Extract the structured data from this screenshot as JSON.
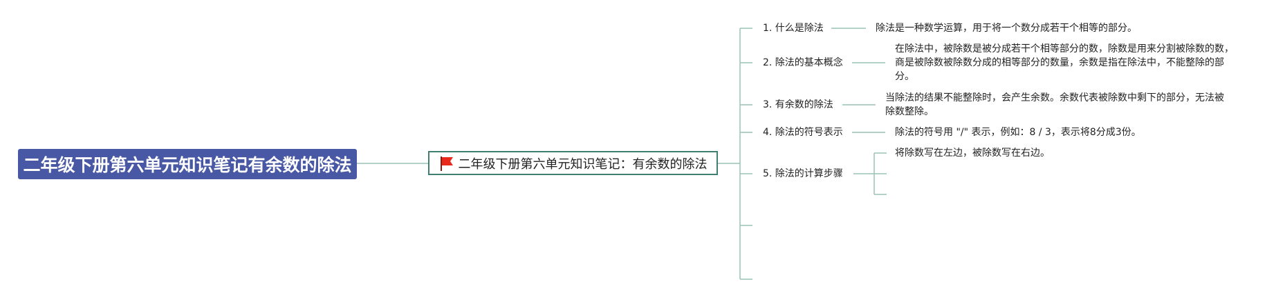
{
  "root": {
    "title": "二年级下册第六单元知识笔记有余数的除法"
  },
  "main_topic": {
    "title": "二年级下册第六单元知识笔记：有余数的除法",
    "flag_icon": "red-flag-icon"
  },
  "branches": [
    {
      "label": "1. 什么是除法",
      "details": [
        "除法是一种数学运算，用于将一个数分成若干个相等的部分。"
      ]
    },
    {
      "label": "2. 除法的基本概念",
      "details": [
        "在除法中，被除数是被分成若干个相等部分的数，除数是用来分割被除数的数，商是被除数被除数分成的相等部分的数量，余数是指在除法中，不能整除的部分。"
      ]
    },
    {
      "label": "3. 有余数的除法",
      "details": [
        "当除法的结果不能整除时，会产生余数。余数代表被除数中剩下的部分，无法被除数整除。"
      ]
    },
    {
      "label": "4. 除法的符号表示",
      "details": [
        "除法的符号用 \"/\" 表示，例如：8 / 3，表示将8分成3份。"
      ]
    },
    {
      "label": "5. 除法的计算步骤",
      "details": [
        "将除数写在左边，被除数写在右边。",
        "",
        ""
      ]
    }
  ],
  "colors": {
    "root_bg": "#4858a4",
    "accent": "#3f7f71",
    "connector": "#98c2b5",
    "flag": "#e8291c"
  }
}
